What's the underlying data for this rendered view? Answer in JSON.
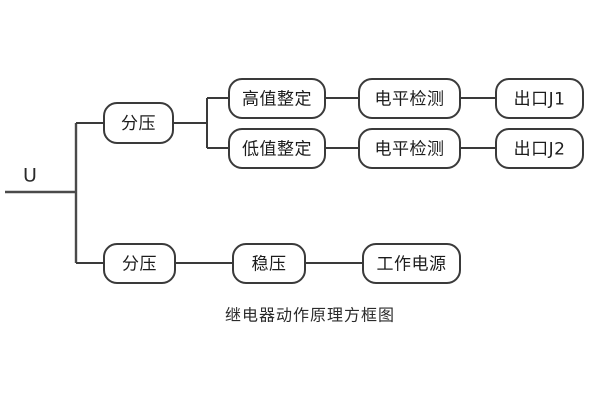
{
  "diagram": {
    "caption": "继电器动作原理方框图",
    "input_signal_label": "U",
    "colors": {
      "background": "#ffffff",
      "stroke": "#3a3a3a",
      "bus_stroke": "#4a4a4a",
      "text": "#1c1c1c",
      "caption_text": "#2b2b2b"
    },
    "nodes": {
      "divider_top": "分压",
      "high_set": "高值整定",
      "low_set": "低值整定",
      "level_detect_top": "电平检测",
      "level_detect_bottom": "电平检测",
      "output_j1": "出口J1",
      "output_j2": "出口J2",
      "divider_bottom": "分压",
      "regulator": "稳压",
      "working_supply": "工作电源"
    },
    "branches": [
      {
        "name": "measuring-branch",
        "chain": [
          "分压",
          "高值整定",
          "电平检测",
          "出口J1"
        ]
      },
      {
        "name": "measuring-branch-low",
        "chain": [
          "分压",
          "低值整定",
          "电平检测",
          "出口J2"
        ]
      },
      {
        "name": "power-branch",
        "chain": [
          "分压",
          "稳压",
          "工作电源"
        ]
      }
    ]
  }
}
